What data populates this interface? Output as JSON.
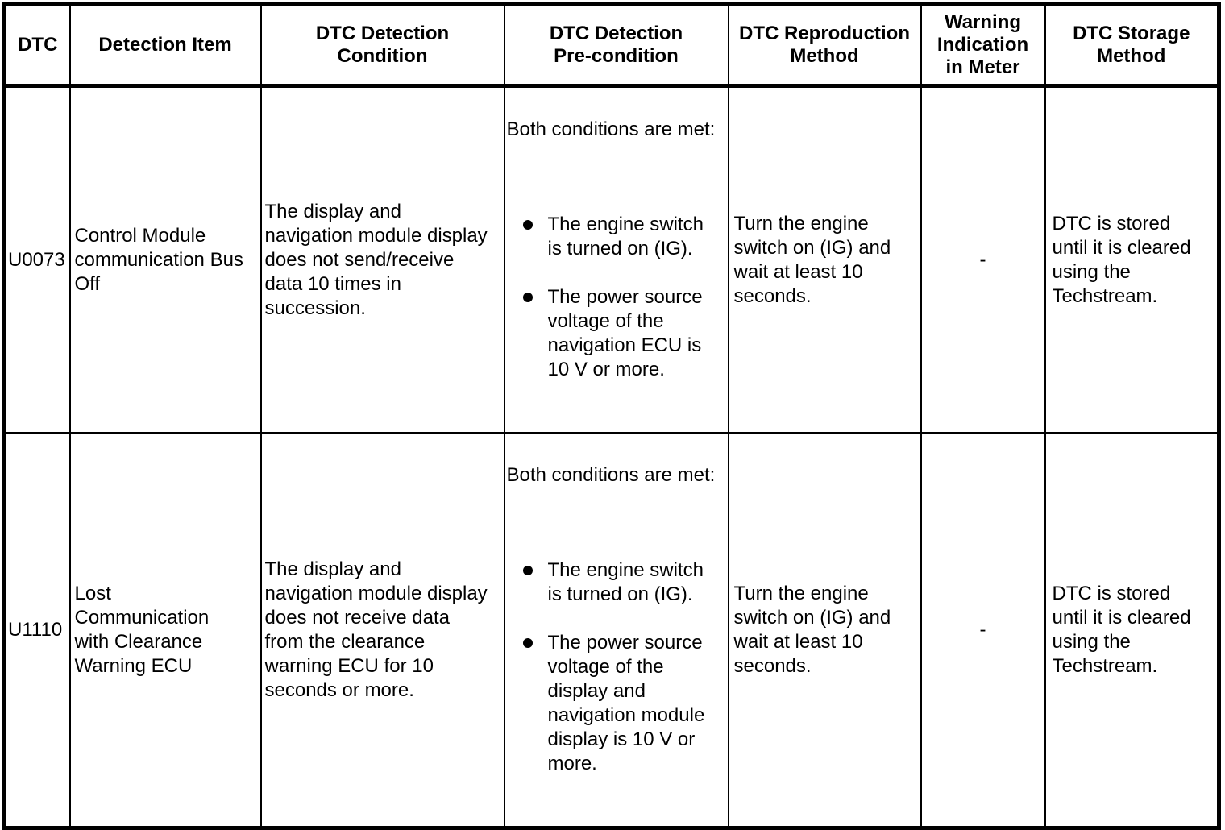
{
  "colors": {
    "text": "#000000",
    "border": "#000000",
    "background": "#ffffff"
  },
  "table": {
    "headers": [
      "DTC",
      "Detection Item",
      "DTC Detection\nCondition",
      "DTC Detection\nPre-condition",
      "DTC Reproduction\nMethod",
      "Warning\nIndication\nin Meter",
      "DTC Storage\nMethod"
    ],
    "rows": [
      {
        "dtc": "U0073",
        "detection_item": "Control Module\ncommunication Bus\nOff",
        "detection_condition": "The display and\nnavigation module display\ndoes not send/receive\ndata 10 times in\nsuccession.",
        "precondition_intro": "Both conditions are met:",
        "precondition_bullets": [
          "The engine switch\nis turned on (IG).",
          "The power source\nvoltage of the\nnavigation ECU is\n10 V or more."
        ],
        "reproduction_method": "Turn the engine\nswitch on (IG) and\nwait at least 10\nseconds.",
        "warning_indication": "-",
        "storage_method": "DTC is stored\nuntil it is cleared\nusing the\nTechstream."
      },
      {
        "dtc": "U1110",
        "detection_item": "Lost\nCommunication\nwith Clearance\nWarning ECU",
        "detection_condition": "The display and\nnavigation module display\ndoes not receive data\nfrom the clearance\nwarning ECU for 10\nseconds or more.",
        "precondition_intro": "Both conditions are met:",
        "precondition_bullets": [
          "The engine switch\nis turned on (IG).",
          "The power source\nvoltage of the\ndisplay and\nnavigation module\ndisplay is 10 V or\nmore."
        ],
        "reproduction_method": "Turn the engine\nswitch on (IG) and\nwait at least 10\nseconds.",
        "warning_indication": "-",
        "storage_method": "DTC is stored\nuntil it is cleared\nusing the\nTechstream."
      }
    ]
  }
}
